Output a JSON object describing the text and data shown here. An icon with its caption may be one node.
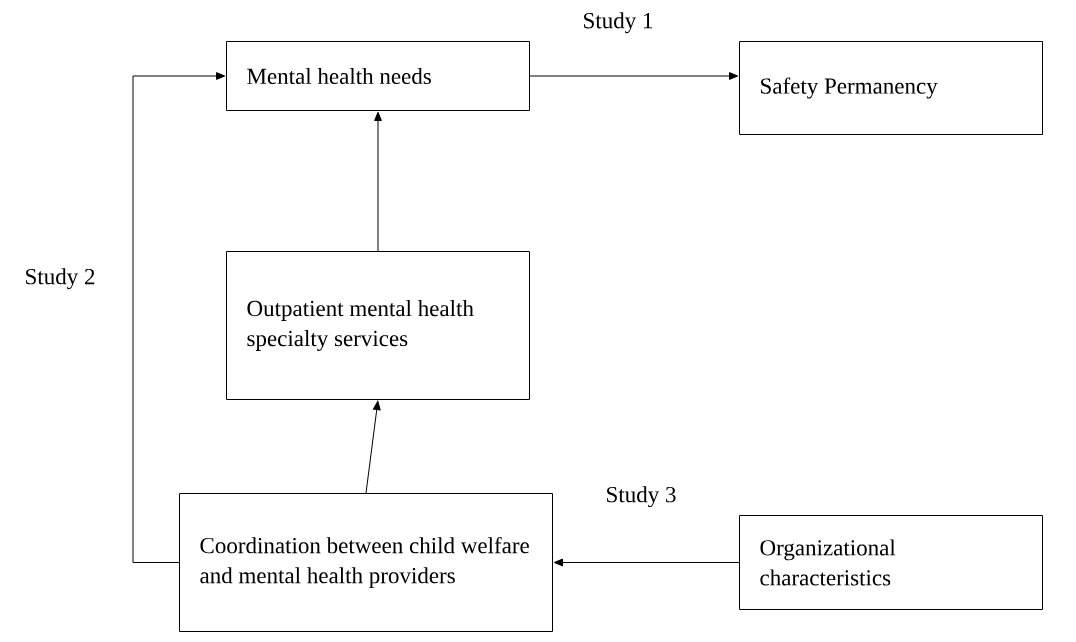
{
  "diagram": {
    "nodes": [
      {
        "text": [
          "Mental health needs"
        ]
      },
      {
        "text": [
          "Safety Permanency"
        ]
      },
      {
        "text": [
          "Outpatient mental health specialty services"
        ]
      },
      {
        "text": [
          "Coordination between child welfare and mental health providers"
        ]
      },
      {
        "text": [
          "Organizational characteristics"
        ]
      }
    ],
    "edges": [
      {
        "from": 0,
        "to": 1,
        "arrow": "to"
      },
      {
        "from": 2,
        "to": 0,
        "arrow": "to"
      },
      {
        "from": 3,
        "to": 2,
        "arrow": "to"
      },
      {
        "from": 3,
        "to": 0,
        "arrow": "to"
      },
      {
        "from": 4,
        "to": 3,
        "arrow": "to"
      }
    ],
    "labels": [
      "Study 1",
      "Study 2",
      "Study 3"
    ]
  }
}
